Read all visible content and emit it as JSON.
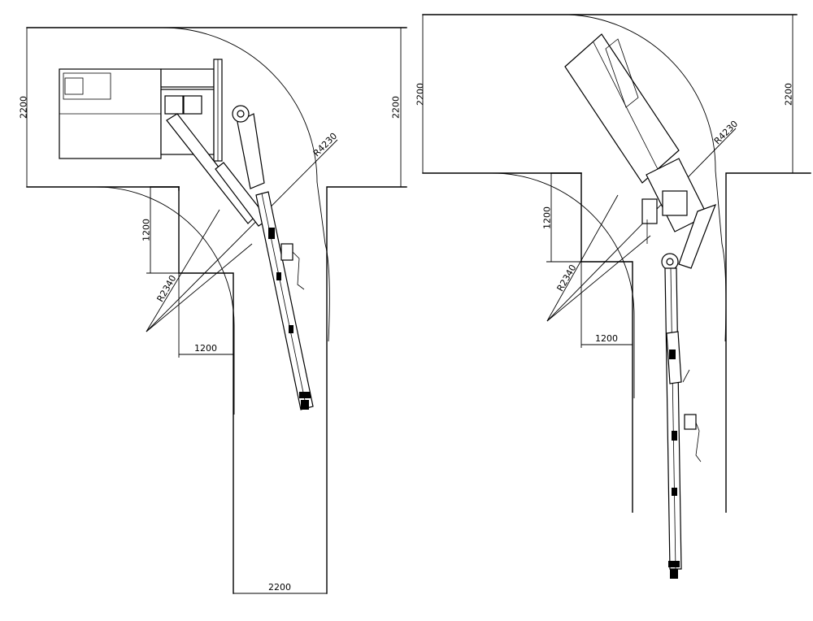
{
  "figure": "Two plan-view drawings of a drilling rig turning through a right-angle tunnel corner",
  "views": [
    {
      "id": "left",
      "dimensions": {
        "top_width_left": "2200",
        "top_width_right": "2200",
        "step_height": "1200",
        "step_width": "1200",
        "drift_width": "2200",
        "outer_radius": "R4230",
        "inner_radius": "R2340"
      }
    },
    {
      "id": "right",
      "dimensions": {
        "top_width_left": "2200",
        "top_width_right": "2200",
        "step_height": "1200",
        "step_width": "1200",
        "outer_radius": "R4230",
        "inner_radius": "R2340"
      }
    }
  ]
}
